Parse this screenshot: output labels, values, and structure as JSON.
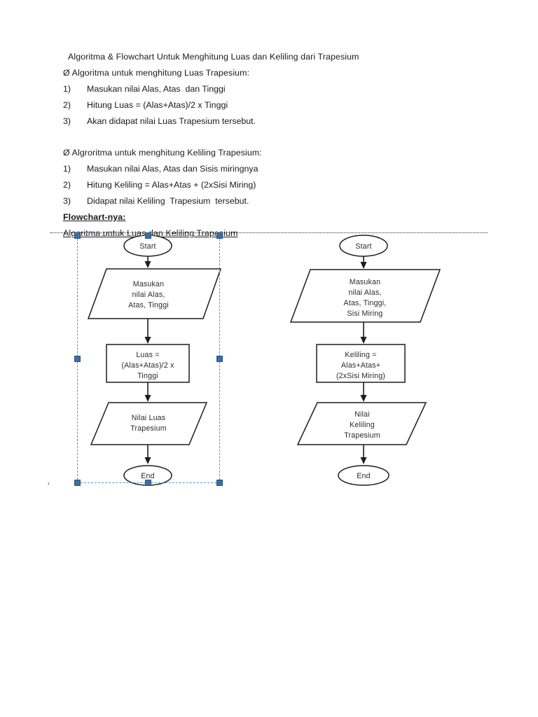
{
  "document": {
    "title_line": "Algoritma & Flowchart Untuk Menghitung Luas dan Keliling dari Trapesium",
    "sections": [
      {
        "heading": "Ø Algoritma untuk menghitung Luas Trapesium:",
        "steps": [
          {
            "num": "1)",
            "text": "Masukan nilai Alas, Atas  dan Tinggi"
          },
          {
            "num": "2)",
            "text": "Hitung Luas = (Alas+Atas)/2 x Tinggi"
          },
          {
            "num": "3)",
            "text": "Akan didapat nilai Luas Trapesium tersebut."
          }
        ]
      },
      {
        "heading": "Ø Algroritma untuk menghitung Keliling Trapesium:",
        "steps": [
          {
            "num": "1)",
            "text": "Masukan nilai Alas, Atas dan Sisis miringnya"
          },
          {
            "num": "2)",
            "text": "Hitung Keliling = Alas+Atas + (2xSisi Miring)"
          },
          {
            "num": "3)",
            "text": "Didapat nilai Keliling  Trapesium  tersebut."
          }
        ]
      }
    ],
    "flowchart_label": "Flowchart-nya:",
    "flowchart_caption": "Algoritma untuk Luas dan Keliling Trapesium",
    "stray_mark": "'"
  },
  "flowcharts": {
    "left": {
      "name": "luas-trapesium-flowchart",
      "selected": true,
      "nodes": {
        "start": {
          "shape": "terminator",
          "label": "Start"
        },
        "input": {
          "shape": "parallelogram",
          "lines": [
            "Masukan",
            "nilai Alas,",
            "Atas, Tinggi"
          ]
        },
        "process": {
          "shape": "rectangle",
          "lines": [
            "Luas =",
            "(Alas+Atas)/2 x",
            "Tinggi"
          ]
        },
        "output": {
          "shape": "parallelogram",
          "lines": [
            "Nilai Luas",
            "Trapesium"
          ]
        },
        "end": {
          "shape": "terminator",
          "label": "End"
        }
      }
    },
    "right": {
      "name": "keliling-trapesium-flowchart",
      "selected": false,
      "nodes": {
        "start": {
          "shape": "terminator",
          "label": "Start"
        },
        "input": {
          "shape": "parallelogram",
          "lines": [
            "Masukan",
            "nilai Alas,",
            "Atas, Tinggi,",
            "Sisi Miring"
          ]
        },
        "process": {
          "shape": "rectangle",
          "lines": [
            "Keliling =",
            "Alas+Atas+",
            "(2xSisi Miring)"
          ]
        },
        "output": {
          "shape": "parallelogram",
          "lines": [
            "Nilai",
            "Keliling",
            "Trapesium"
          ]
        },
        "end": {
          "shape": "terminator",
          "label": "End"
        }
      }
    }
  },
  "colors": {
    "page_background": "#ffffff",
    "text": "#1a1a1a",
    "shape_stroke": "#1d1d1d",
    "selection_border": "#5a8fc7",
    "selection_handle": "#3c6ea5"
  }
}
